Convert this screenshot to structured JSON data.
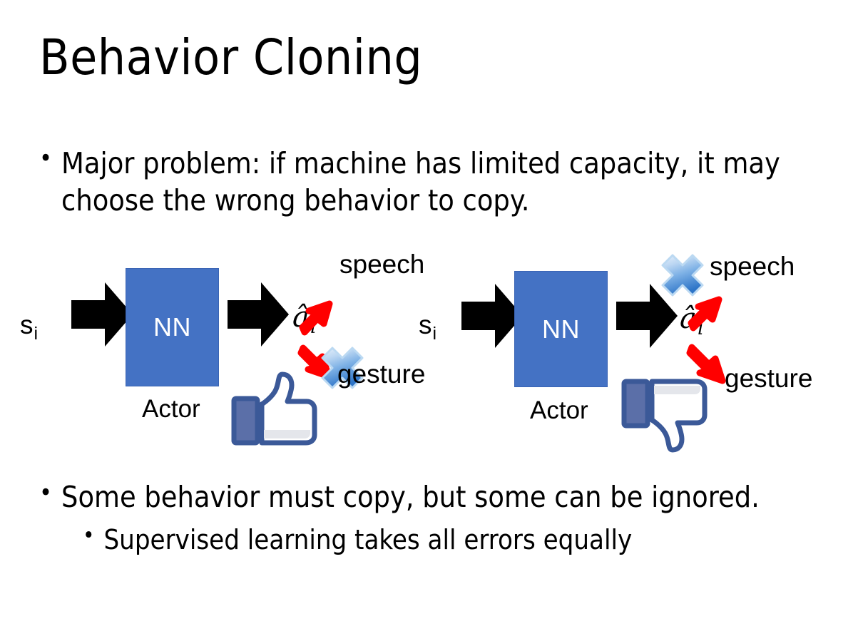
{
  "slide": {
    "title": "Behavior Cloning",
    "background_color": "#FFFFFF"
  },
  "bullets": {
    "main": {
      "marker": "•",
      "text": "Major problem: if machine has limited capacity, it may choose the wrong behavior to copy."
    },
    "lower_level1": {
      "marker": "•",
      "text": "Some behavior must copy, but some can be ignored."
    },
    "lower_level2": {
      "marker": "•",
      "text": "Supervised learning takes all errors equally"
    }
  },
  "colors": {
    "nn_box_fill": "#4472C4",
    "nn_box_border": "#3A64B4",
    "arrow_black": "#000000",
    "arrow_red": "#FF0000",
    "cross_blue_light": "#CFE0F5",
    "cross_blue_mid": "#8AB6E8",
    "cross_blue_dark": "#2E75C8",
    "thumb_outline": "#3B5998",
    "thumb_sleeve": "#5B6FA8",
    "thumb_fill": "#FFFFFF"
  },
  "diagrams": [
    {
      "id": "left",
      "state_label": "s",
      "state_subscript": "i",
      "nn_label": "NN",
      "actor_label": "Actor",
      "action_label": "â",
      "action_subscript": "i",
      "outputs": [
        {
          "label": "speech",
          "direction": "up-right",
          "crossed": false
        },
        {
          "label": "gesture",
          "direction": "down-right",
          "crossed": true
        }
      ],
      "feedback_icon": "thumbs-up-icon",
      "feedback_value": "positive"
    },
    {
      "id": "right",
      "state_label": "s",
      "state_subscript": "i",
      "nn_label": "NN",
      "actor_label": "Actor",
      "action_label": "â",
      "action_subscript": "i",
      "outputs": [
        {
          "label": "speech",
          "direction": "up-right",
          "crossed": true
        },
        {
          "label": "gesture",
          "direction": "down-right",
          "crossed": false
        }
      ],
      "feedback_icon": "thumbs-down-icon",
      "feedback_value": "negative"
    }
  ]
}
